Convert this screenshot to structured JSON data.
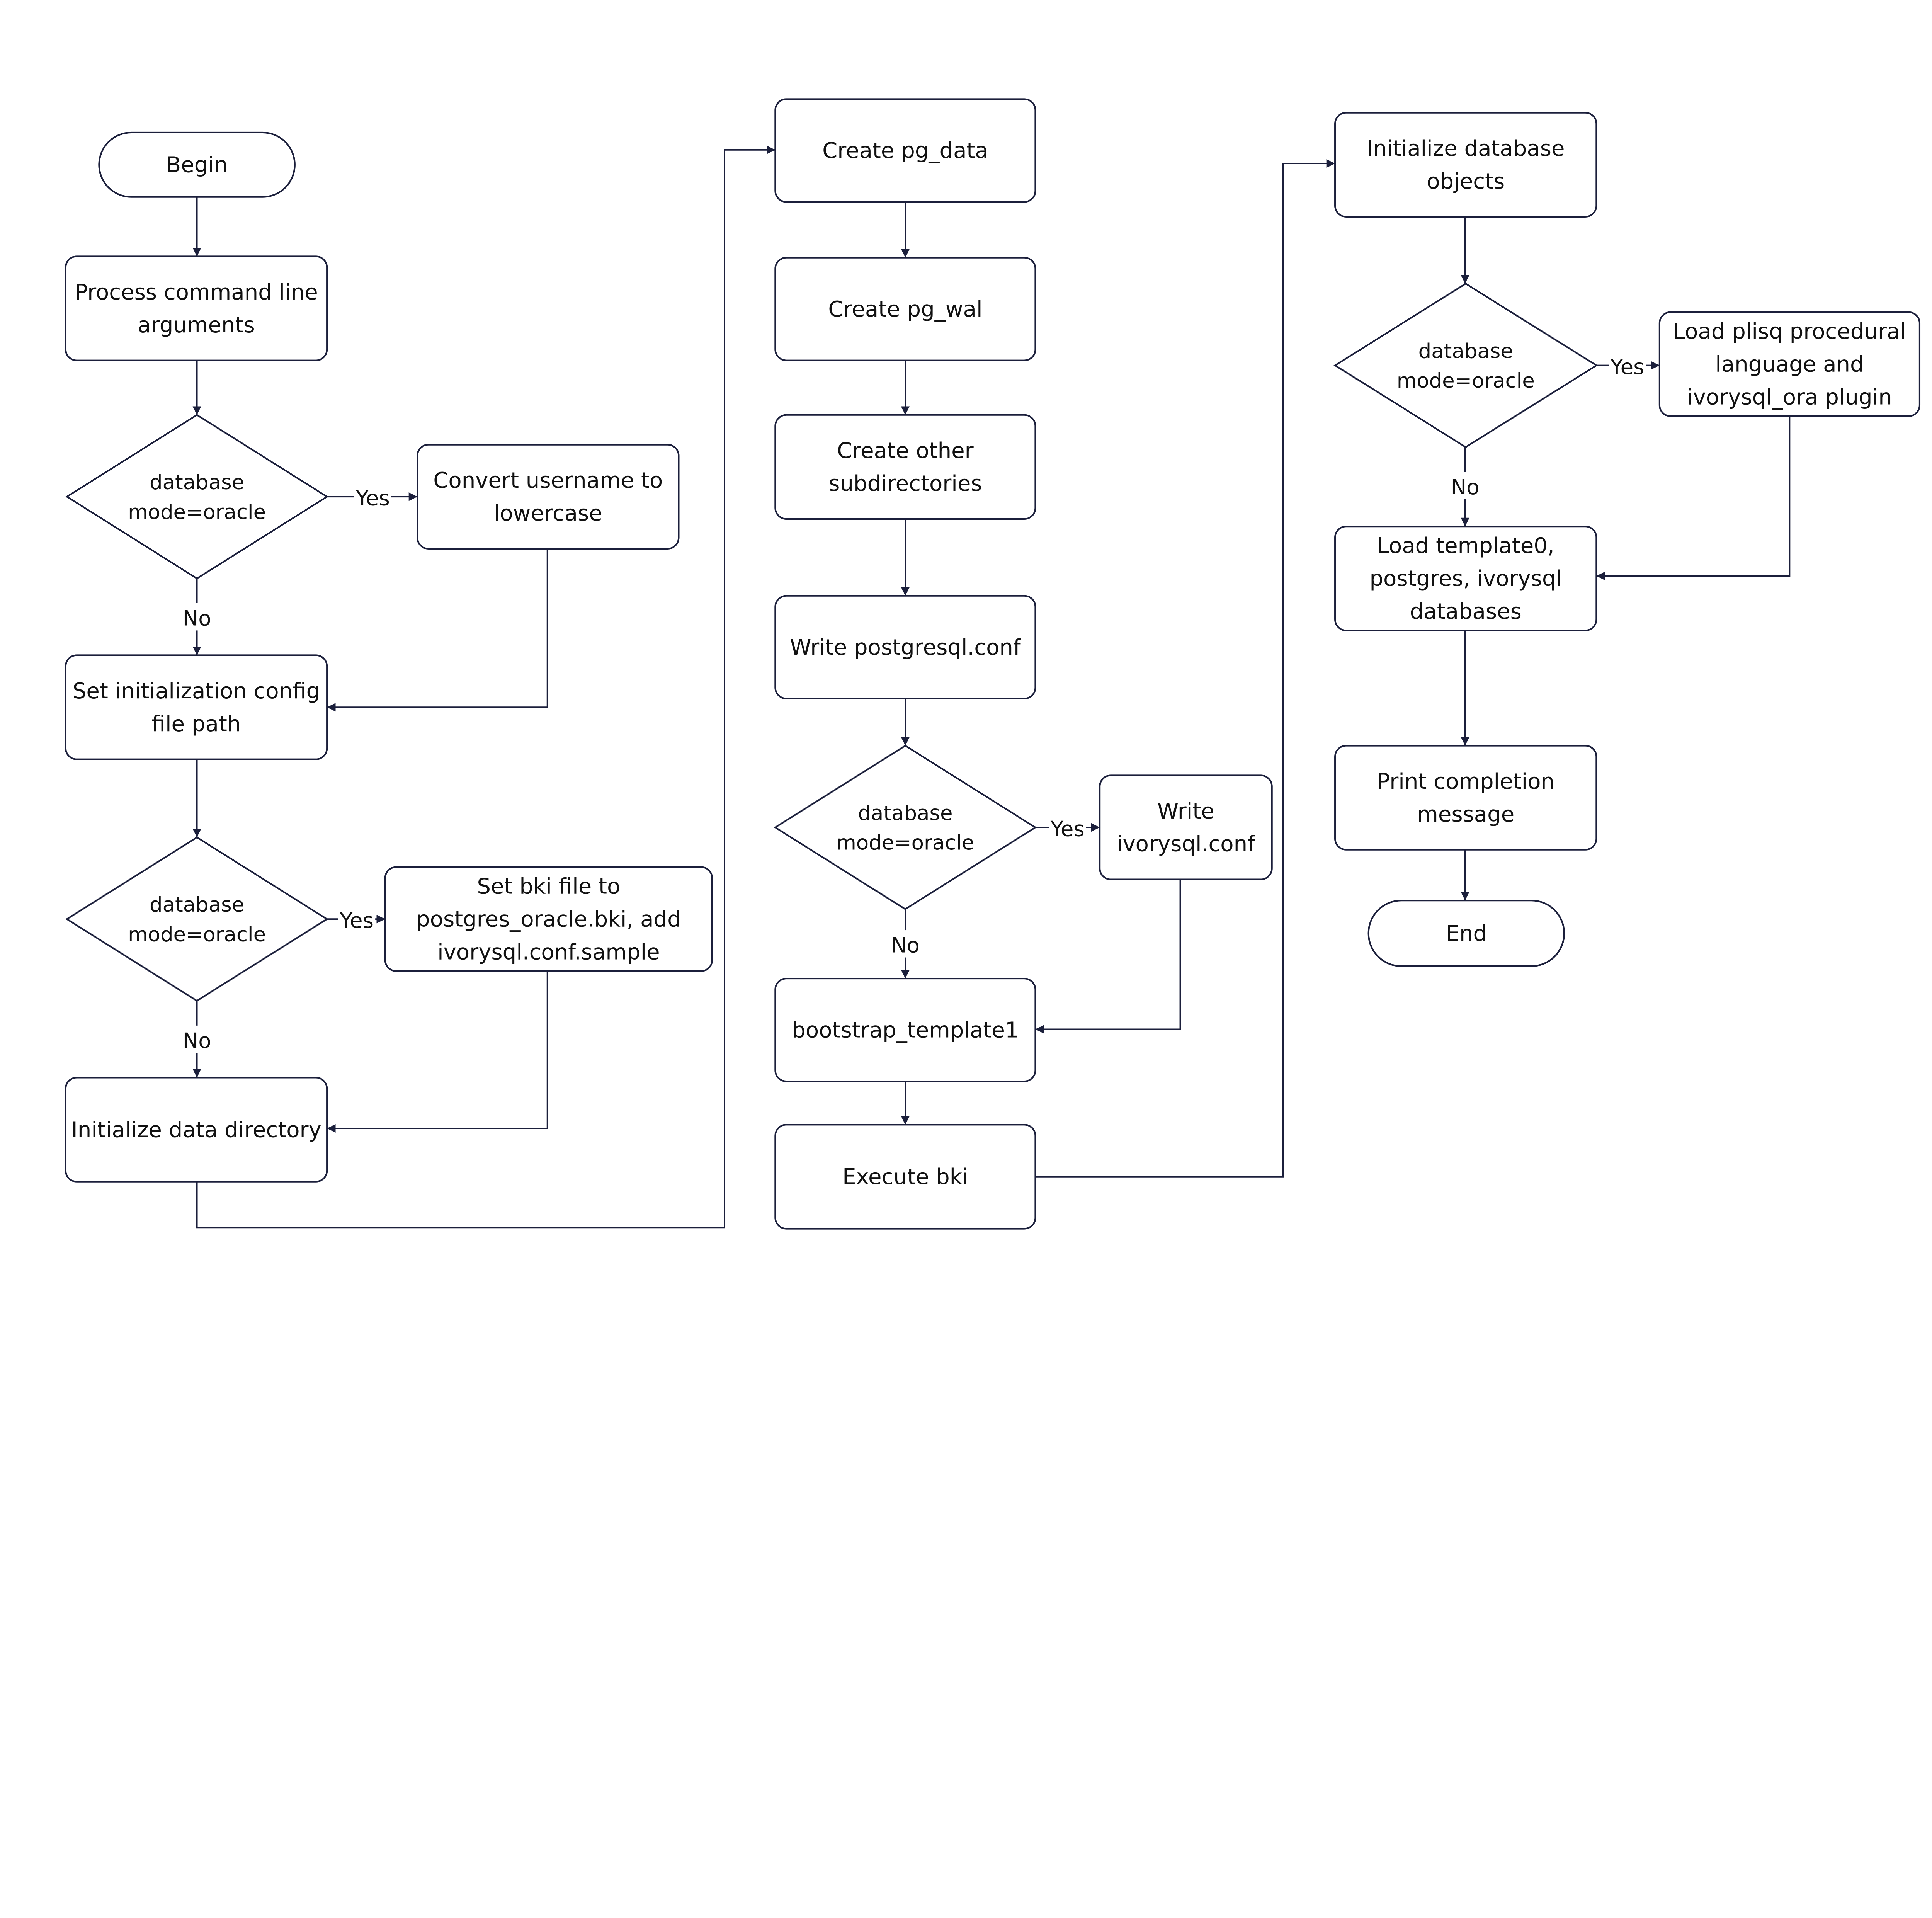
{
  "diagram": {
    "type": "flowchart",
    "colors": {
      "stroke": "#1b1f3b",
      "fill": "#ffffff",
      "text": "#111111"
    },
    "nodes": [
      {
        "id": "begin",
        "shape": "terminal",
        "lines": [
          "Begin"
        ]
      },
      {
        "id": "process-args",
        "shape": "process",
        "lines": [
          "Process command line",
          "arguments"
        ]
      },
      {
        "id": "decision-1",
        "shape": "decision",
        "lines": [
          "database",
          "mode=oracle"
        ]
      },
      {
        "id": "convert-username",
        "shape": "process",
        "lines": [
          "Convert username to",
          "lowercase"
        ]
      },
      {
        "id": "set-config-path",
        "shape": "process",
        "lines": [
          "Set initialization config",
          "file path"
        ]
      },
      {
        "id": "decision-2",
        "shape": "decision",
        "lines": [
          "database",
          "mode=oracle"
        ]
      },
      {
        "id": "set-bki",
        "shape": "process",
        "lines": [
          "Set bki file to",
          "postgres_oracle.bki, add",
          "ivorysql.conf.sample"
        ]
      },
      {
        "id": "init-data-dir",
        "shape": "process",
        "lines": [
          "Initialize data directory"
        ]
      },
      {
        "id": "create-pg-data",
        "shape": "process",
        "lines": [
          "Create pg_data"
        ]
      },
      {
        "id": "create-pg-wal",
        "shape": "process",
        "lines": [
          "Create pg_wal"
        ]
      },
      {
        "id": "create-subdirs",
        "shape": "process",
        "lines": [
          "Create other",
          "subdirectories"
        ]
      },
      {
        "id": "write-postgresql-conf",
        "shape": "process",
        "lines": [
          "Write postgresql.conf"
        ]
      },
      {
        "id": "decision-3",
        "shape": "decision",
        "lines": [
          "database",
          "mode=oracle"
        ]
      },
      {
        "id": "write-ivorysql-conf",
        "shape": "process",
        "lines": [
          "Write",
          "ivorysql.conf"
        ]
      },
      {
        "id": "bootstrap-template1",
        "shape": "process",
        "lines": [
          "bootstrap_template1"
        ]
      },
      {
        "id": "execute-bki",
        "shape": "process",
        "lines": [
          "Execute bki"
        ]
      },
      {
        "id": "init-db-objects",
        "shape": "process",
        "lines": [
          "Initialize database",
          "objects"
        ]
      },
      {
        "id": "decision-4",
        "shape": "decision",
        "lines": [
          "database",
          "mode=oracle"
        ]
      },
      {
        "id": "load-plisql",
        "shape": "process",
        "lines": [
          "Load plisq procedural",
          "language and",
          "ivorysql_ora plugin"
        ]
      },
      {
        "id": "load-databases",
        "shape": "process",
        "lines": [
          "Load template0,",
          "postgres, ivorysql",
          "databases"
        ]
      },
      {
        "id": "print-completion",
        "shape": "process",
        "lines": [
          "Print completion",
          "message"
        ]
      },
      {
        "id": "end",
        "shape": "terminal",
        "lines": [
          "End"
        ]
      }
    ],
    "edges": [
      {
        "from": "begin",
        "to": "process-args",
        "label": ""
      },
      {
        "from": "process-args",
        "to": "decision-1",
        "label": ""
      },
      {
        "from": "decision-1",
        "to": "convert-username",
        "label": "Yes"
      },
      {
        "from": "decision-1",
        "to": "set-config-path",
        "label": "No"
      },
      {
        "from": "convert-username",
        "to": "set-config-path",
        "label": ""
      },
      {
        "from": "set-config-path",
        "to": "decision-2",
        "label": ""
      },
      {
        "from": "decision-2",
        "to": "set-bki",
        "label": "Yes"
      },
      {
        "from": "decision-2",
        "to": "init-data-dir",
        "label": "No"
      },
      {
        "from": "set-bki",
        "to": "init-data-dir",
        "label": ""
      },
      {
        "from": "init-data-dir",
        "to": "create-pg-data",
        "label": ""
      },
      {
        "from": "create-pg-data",
        "to": "create-pg-wal",
        "label": ""
      },
      {
        "from": "create-pg-wal",
        "to": "create-subdirs",
        "label": ""
      },
      {
        "from": "create-subdirs",
        "to": "write-postgresql-conf",
        "label": ""
      },
      {
        "from": "write-postgresql-conf",
        "to": "decision-3",
        "label": ""
      },
      {
        "from": "decision-3",
        "to": "write-ivorysql-conf",
        "label": "Yes"
      },
      {
        "from": "decision-3",
        "to": "bootstrap-template1",
        "label": "No"
      },
      {
        "from": "write-ivorysql-conf",
        "to": "bootstrap-template1",
        "label": ""
      },
      {
        "from": "bootstrap-template1",
        "to": "execute-bki",
        "label": ""
      },
      {
        "from": "execute-bki",
        "to": "init-db-objects",
        "label": ""
      },
      {
        "from": "init-db-objects",
        "to": "decision-4",
        "label": ""
      },
      {
        "from": "decision-4",
        "to": "load-plisql",
        "label": "Yes"
      },
      {
        "from": "decision-4",
        "to": "load-databases",
        "label": "No"
      },
      {
        "from": "load-plisql",
        "to": "load-databases",
        "label": ""
      },
      {
        "from": "load-databases",
        "to": "print-completion",
        "label": ""
      },
      {
        "from": "print-completion",
        "to": "end",
        "label": ""
      }
    ]
  }
}
